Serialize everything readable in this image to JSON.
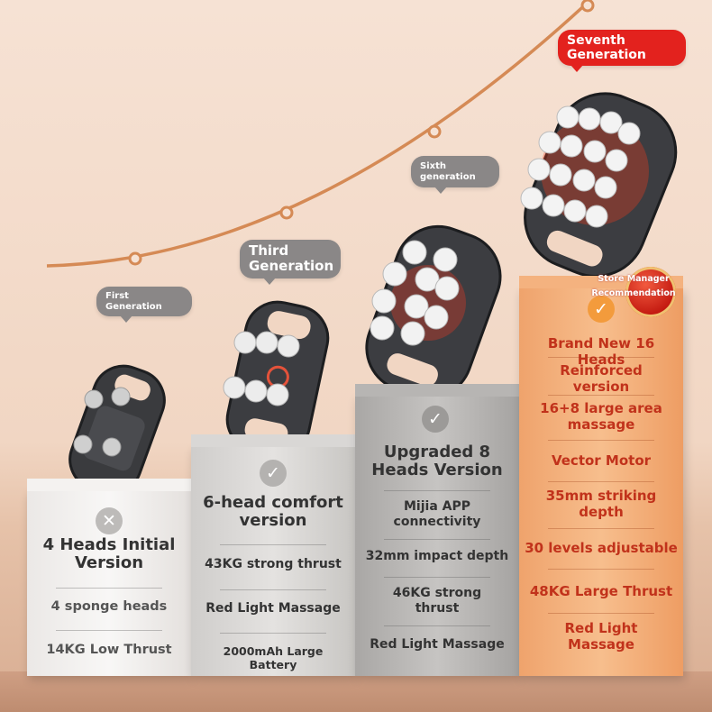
{
  "generations": [
    {
      "label": "First Generation"
    },
    {
      "label": "Third Generation"
    },
    {
      "label": "Sixth generation"
    },
    {
      "label": "Seventh Generation"
    }
  ],
  "products": [
    {
      "title": "4 Heads Initial Version",
      "badge": "✕",
      "features": [
        "4 sponge heads",
        "14KG Low Thrust"
      ]
    },
    {
      "title": "6-head comfort version",
      "badge": "✓",
      "features": [
        "43KG strong thrust",
        "Red Light Massage",
        "2000mAh Large Battery"
      ]
    },
    {
      "title": "Upgraded 8 Heads Version",
      "badge": "✓",
      "features": [
        "Mijia APP connectivity",
        "32mm impact depth",
        "46KG strong thrust",
        "Red Light Massage"
      ]
    },
    {
      "title": "",
      "badge": "✓",
      "features": [
        "Brand New 16 Heads",
        "Reinforced version",
        "16+8 large area massage",
        "Vector Motor",
        "35mm striking depth",
        "30 levels adjustable",
        "48KG Large Thrust",
        "Red Light Massage"
      ]
    }
  ],
  "seal": {
    "line1": "Store Manager",
    "line2": "Recommendation"
  },
  "colors": {
    "accent_red": "#e3221e",
    "feature_red": "#c1321b",
    "orange_pillar": "#f4b27f",
    "tag_gray": "#8a8787"
  },
  "icons": [
    "cross-icon",
    "check-icon",
    "massager-device"
  ]
}
